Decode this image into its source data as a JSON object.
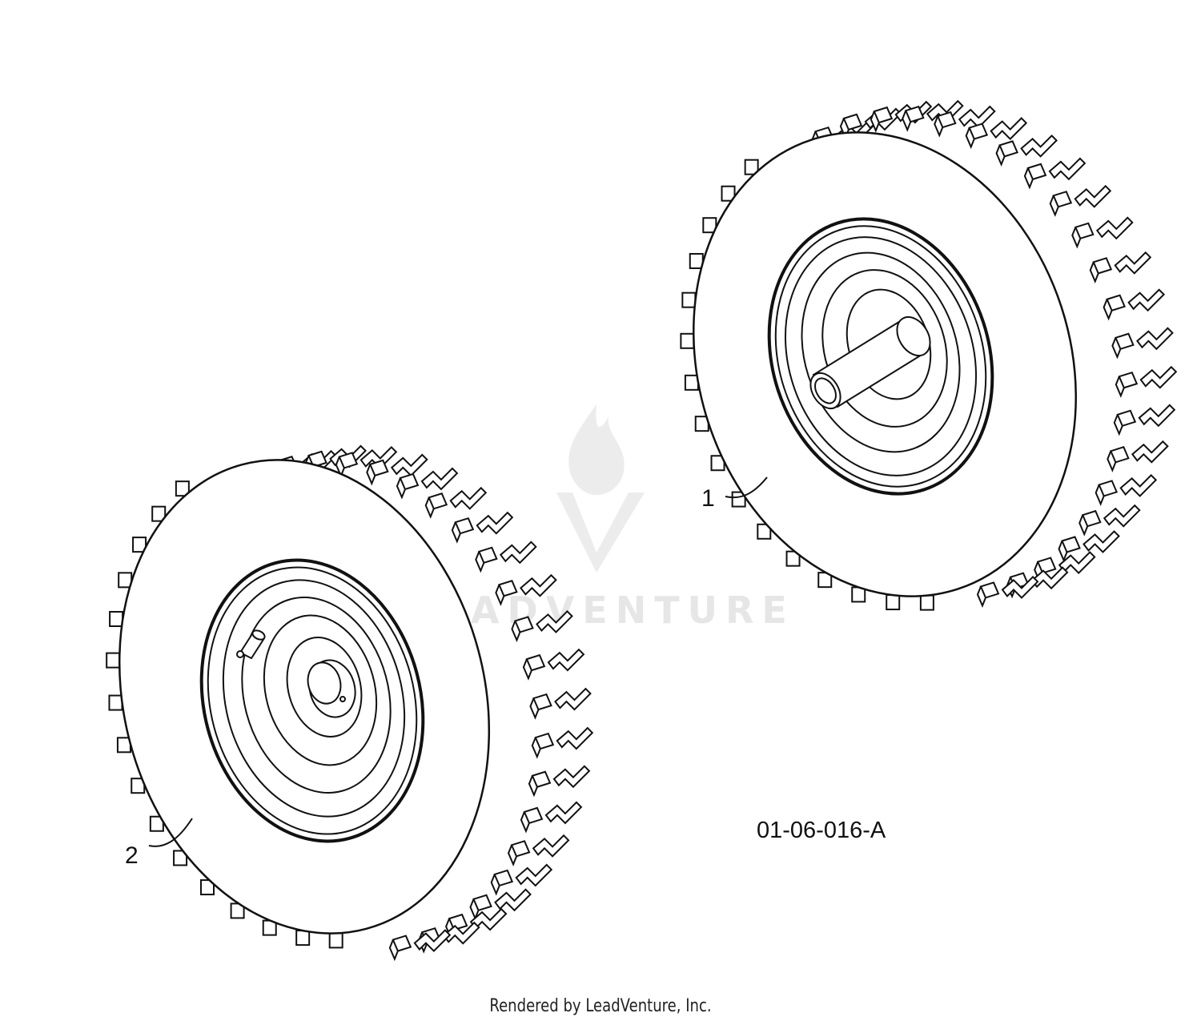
{
  "diagram": {
    "callouts": [
      {
        "id": "1",
        "label": "1"
      },
      {
        "id": "2",
        "label": "2"
      }
    ],
    "diagram_code": "01-06-016-A",
    "watermark": "LEADVENTURE",
    "footer": "Rendered by LeadVenture, Inc."
  },
  "colors": {
    "line": "#111111",
    "watermark": "#e6e6e6",
    "background": "#ffffff"
  }
}
